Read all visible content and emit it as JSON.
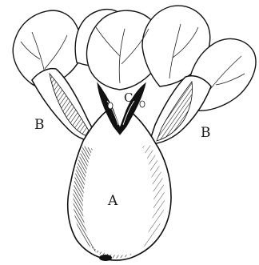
{
  "figure": {
    "subject": "flower-dissection-engraving",
    "labels": {
      "a": "A",
      "b_left": "B",
      "b_right": "B",
      "c": "C"
    }
  }
}
